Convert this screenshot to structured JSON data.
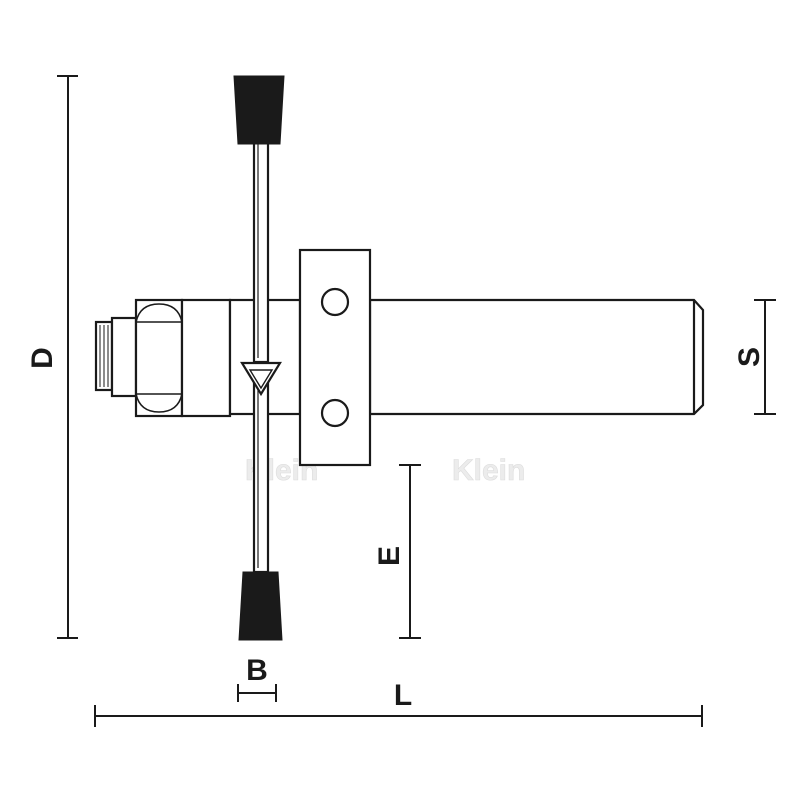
{
  "dimensions": {
    "d": "D",
    "s": "S",
    "e": "E",
    "b": "B",
    "l": "L"
  },
  "watermark": {
    "text": "Klein"
  },
  "colors": {
    "line": "#1a1a1a",
    "fill": "#ffffff",
    "watermark": "#e6e6e6"
  }
}
